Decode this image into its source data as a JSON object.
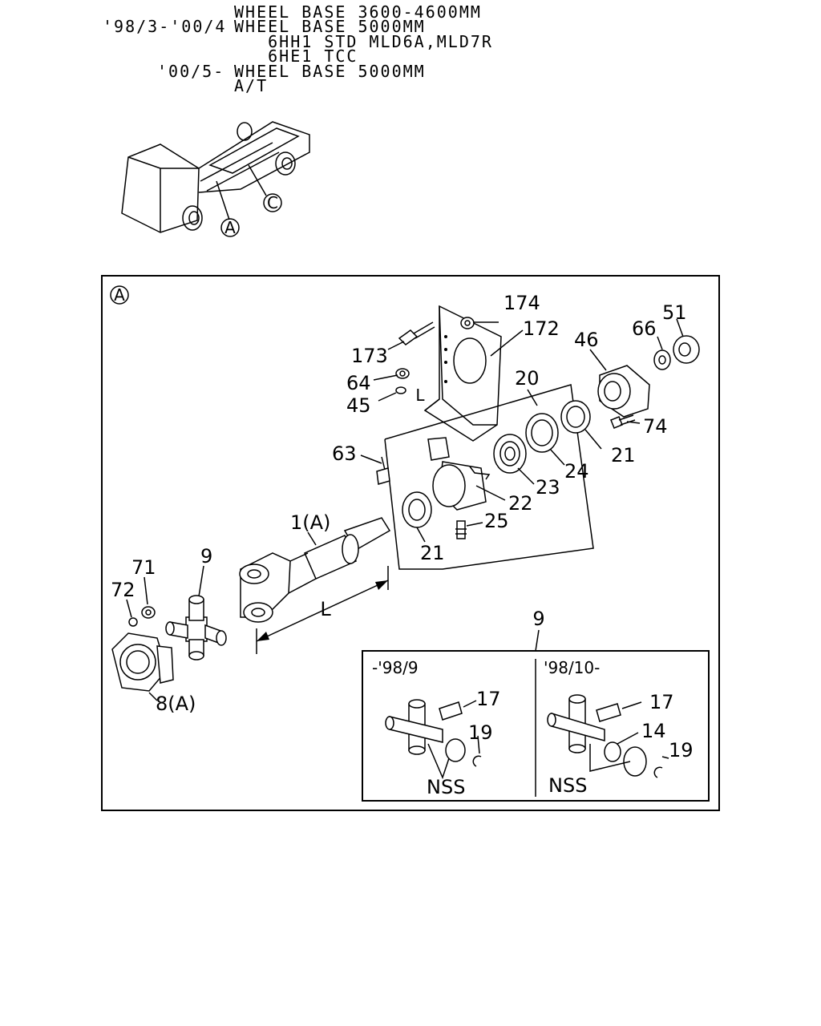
{
  "header": {
    "lines": [
      {
        "prefix": "",
        "text": "WHEEL BASE 3600-4600MM"
      },
      {
        "prefix": "'98/3-'00/4",
        "text": "WHEEL BASE 5000MM"
      },
      {
        "prefix": "",
        "text": "   6HH1 STD MLD6A,MLD7R"
      },
      {
        "prefix": "",
        "text": "   6HE1 TCC"
      },
      {
        "prefix": "'00/5-",
        "text": "WHEEL BASE 5000MM"
      },
      {
        "prefix": "",
        "text": "A/T"
      }
    ]
  },
  "overview": {
    "callout_a": "A",
    "callout_c": "C"
  },
  "main_panel": {
    "view_id": "A",
    "labels": {
      "p174": "174",
      "p172": "172",
      "p173": "173",
      "p64": "64",
      "p45": "45",
      "p46": "46",
      "p66": "66",
      "p51": "51",
      "p74": "74",
      "p20": "20",
      "p63": "63",
      "p21a": "21",
      "p24": "24",
      "p23": "23",
      "p22": "22",
      "p25": "25",
      "p21b": "21",
      "p1a": "1(A)",
      "p9": "9",
      "p71": "71",
      "p72": "72",
      "p8a": "8(A)",
      "dim_l": "L",
      "bracket_l": "L"
    }
  },
  "inset": {
    "number": "9",
    "left": {
      "range": "-'98/9",
      "p17": "17",
      "p19": "19",
      "nss": "NSS"
    },
    "right": {
      "range": "'98/10-",
      "p17": "17",
      "p14": "14",
      "p19": "19",
      "nss": "NSS"
    }
  }
}
